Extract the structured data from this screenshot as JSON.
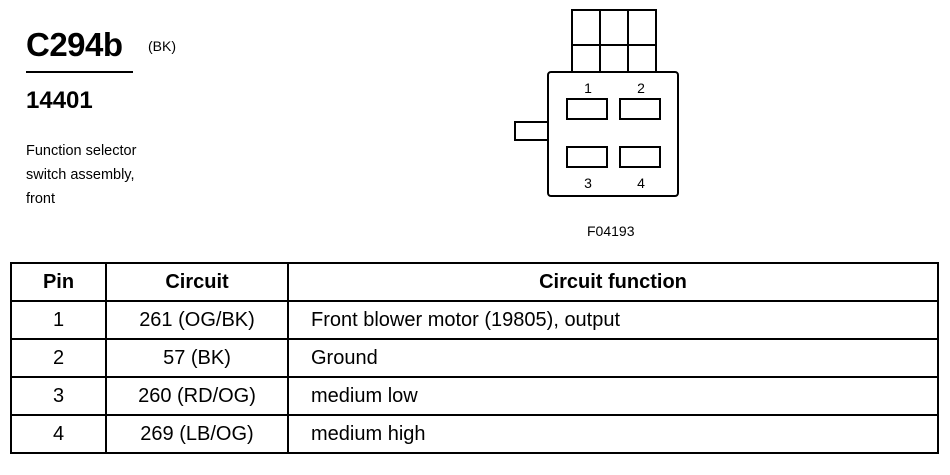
{
  "header": {
    "connector_id": "C294b",
    "color_code": "(BK)",
    "part_number": "14401",
    "description_lines": [
      "Function selector",
      "switch assembly,",
      "front"
    ]
  },
  "diagram": {
    "figure_code": "F04193",
    "pin_labels": [
      "1",
      "2",
      "3",
      "4"
    ]
  },
  "table": {
    "headers": [
      "Pin",
      "Circuit",
      "Circuit function"
    ],
    "rows": [
      {
        "pin": "1",
        "circuit": "261 (OG/BK)",
        "function": "Front blower motor (19805), output"
      },
      {
        "pin": "2",
        "circuit": "57 (BK)",
        "function": "Ground"
      },
      {
        "pin": "3",
        "circuit": "260 (RD/OG)",
        "function": "medium low"
      },
      {
        "pin": "4",
        "circuit": "269 (LB/OG)",
        "function": "medium high"
      }
    ]
  }
}
